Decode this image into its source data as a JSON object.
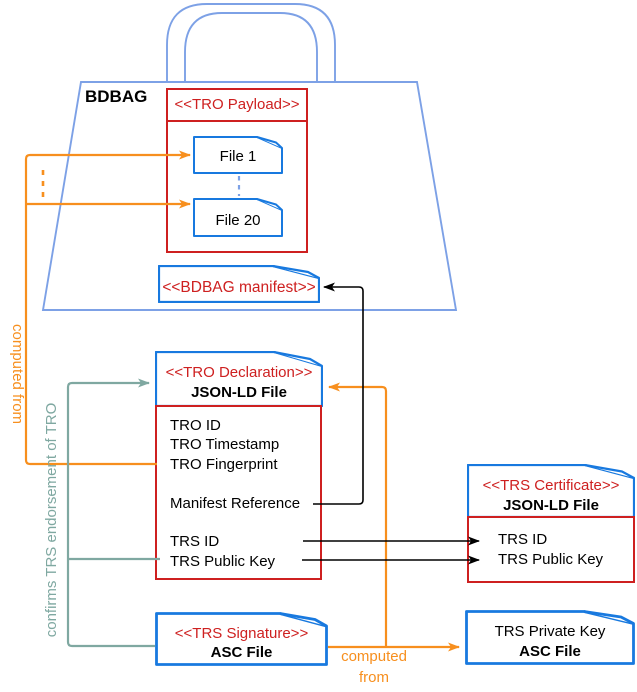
{
  "bag": {
    "label": "BDBAG"
  },
  "payload": {
    "title": "<<TRO Payload>>",
    "files": [
      "File 1",
      "File 20"
    ]
  },
  "manifest": {
    "title": "<<BDBAG manifest>>"
  },
  "declaration": {
    "stereotype": "<<TRO Declaration>>",
    "subtitle": "JSON-LD File",
    "rows": [
      "TRO ID",
      "TRO Timestamp",
      "TRO Fingerprint",
      "",
      "Manifest Reference",
      "",
      "TRS ID",
      "TRS Public Key"
    ]
  },
  "certificate": {
    "stereotype": "<<TRS Certificate>>",
    "subtitle": "JSON-LD File",
    "rows": [
      "TRS ID",
      "TRS Public Key"
    ]
  },
  "signature": {
    "stereotype": "<<TRS Signature>>",
    "subtitle": "ASC File"
  },
  "private_key": {
    "title": "TRS Private Key",
    "subtitle": "ASC File"
  },
  "labels": {
    "computed_from_left": "computed from",
    "computed_from_bottom": "computed from",
    "confirms_endorsement": "confirms TRS endorsement of TRO"
  },
  "colors": {
    "bag_blue": "#7da1e6",
    "file_blue": "#1879df",
    "red": "#ce2020",
    "orange": "#f78f1e",
    "teal": "#7fa8a1",
    "black": "#000000"
  }
}
